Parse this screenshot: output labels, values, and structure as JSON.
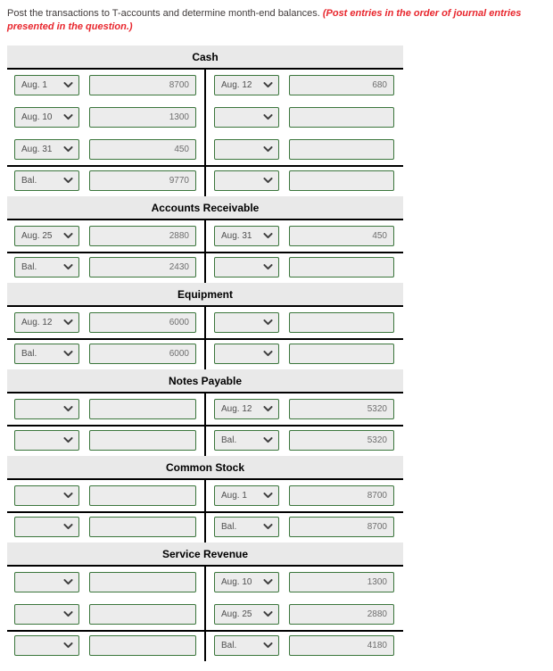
{
  "instruction": {
    "normal": "Post the transactions to T-accounts and determine month-end balances. ",
    "emphasis": "(Post entries in the order of journal entries presented in the question.)"
  },
  "colors": {
    "accent_green_border": "#3b763c",
    "emphasis_red": "#e8262d",
    "header_band_gray": "#e9e9e9",
    "field_fill_gray": "#ececec",
    "t_line_black": "#000000"
  },
  "icons": {
    "dropdown": "chevron-down-icon"
  },
  "accounts": [
    {
      "title": "Cash",
      "rows": [
        {
          "left": {
            "date": "Aug. 1",
            "amount": "8700"
          },
          "right": {
            "date": "Aug. 12",
            "amount": "680"
          }
        },
        {
          "left": {
            "date": "Aug. 10",
            "amount": "1300"
          },
          "right": {
            "date": "",
            "amount": ""
          }
        },
        {
          "left": {
            "date": "Aug. 31",
            "amount": "450"
          },
          "right": {
            "date": "",
            "amount": ""
          }
        }
      ],
      "balance": {
        "left": {
          "date": "Bal.",
          "amount": "9770"
        },
        "right": {
          "date": "",
          "amount": ""
        }
      }
    },
    {
      "title": "Accounts Receivable",
      "rows": [
        {
          "left": {
            "date": "Aug. 25",
            "amount": "2880"
          },
          "right": {
            "date": "Aug. 31",
            "amount": "450"
          }
        }
      ],
      "balance": {
        "left": {
          "date": "Bal.",
          "amount": "2430"
        },
        "right": {
          "date": "",
          "amount": ""
        }
      }
    },
    {
      "title": "Equipment",
      "rows": [
        {
          "left": {
            "date": "Aug. 12",
            "amount": "6000"
          },
          "right": {
            "date": "",
            "amount": ""
          }
        }
      ],
      "balance": {
        "left": {
          "date": "Bal.",
          "amount": "6000"
        },
        "right": {
          "date": "",
          "amount": ""
        }
      }
    },
    {
      "title": "Notes Payable",
      "rows": [
        {
          "left": {
            "date": "",
            "amount": ""
          },
          "right": {
            "date": "Aug. 12",
            "amount": "5320"
          }
        }
      ],
      "balance": {
        "left": {
          "date": "",
          "amount": ""
        },
        "right": {
          "date": "Bal.",
          "amount": "5320"
        }
      }
    },
    {
      "title": "Common Stock",
      "rows": [
        {
          "left": {
            "date": "",
            "amount": ""
          },
          "right": {
            "date": "Aug. 1",
            "amount": "8700"
          }
        }
      ],
      "balance": {
        "left": {
          "date": "",
          "amount": ""
        },
        "right": {
          "date": "Bal.",
          "amount": "8700"
        }
      }
    },
    {
      "title": "Service Revenue",
      "rows": [
        {
          "left": {
            "date": "",
            "amount": ""
          },
          "right": {
            "date": "Aug. 10",
            "amount": "1300"
          }
        },
        {
          "left": {
            "date": "",
            "amount": ""
          },
          "right": {
            "date": "Aug. 25",
            "amount": "2880"
          }
        }
      ],
      "balance": {
        "left": {
          "date": "",
          "amount": ""
        },
        "right": {
          "date": "Bal.",
          "amount": "4180"
        }
      }
    }
  ]
}
